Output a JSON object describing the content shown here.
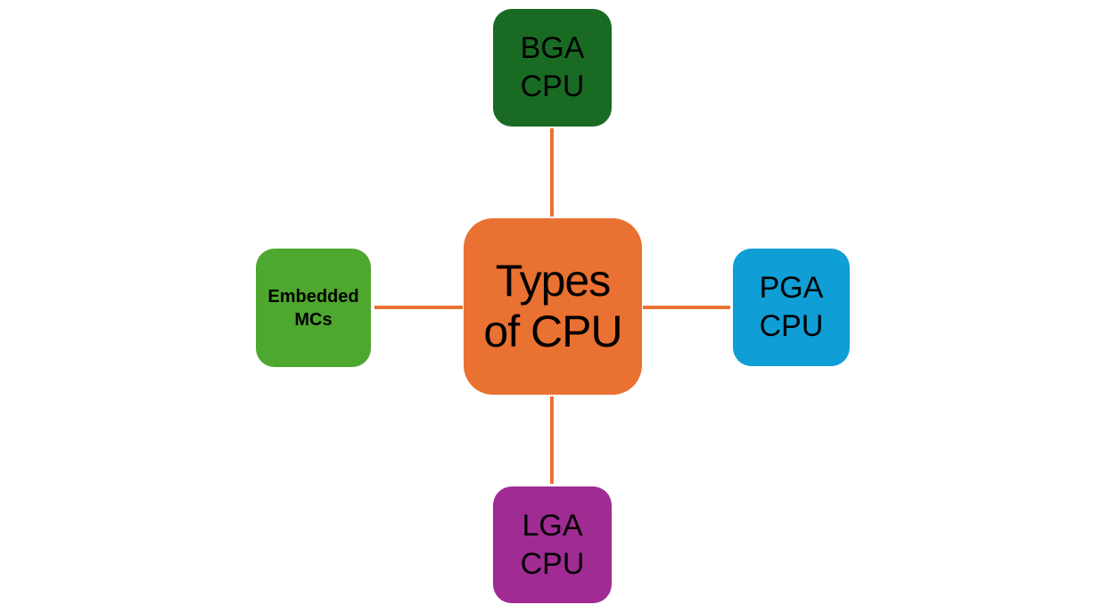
{
  "diagram": {
    "center": {
      "line1": "Types",
      "line2": "of CPU",
      "color": "#E97132"
    },
    "top": {
      "line1": "BGA",
      "line2": "CPU",
      "color": "#196B24"
    },
    "right": {
      "line1": "PGA",
      "line2": "CPU",
      "color": "#0F9ED5"
    },
    "bottom": {
      "line1": "LGA",
      "line2": "CPU",
      "color": "#A02B93"
    },
    "left": {
      "line1": "Embedded",
      "line2": "MCs",
      "color": "#4EA72E"
    },
    "connector_color": "#E97132",
    "text_color": "#000000",
    "background_color": "#FFFFFF"
  }
}
